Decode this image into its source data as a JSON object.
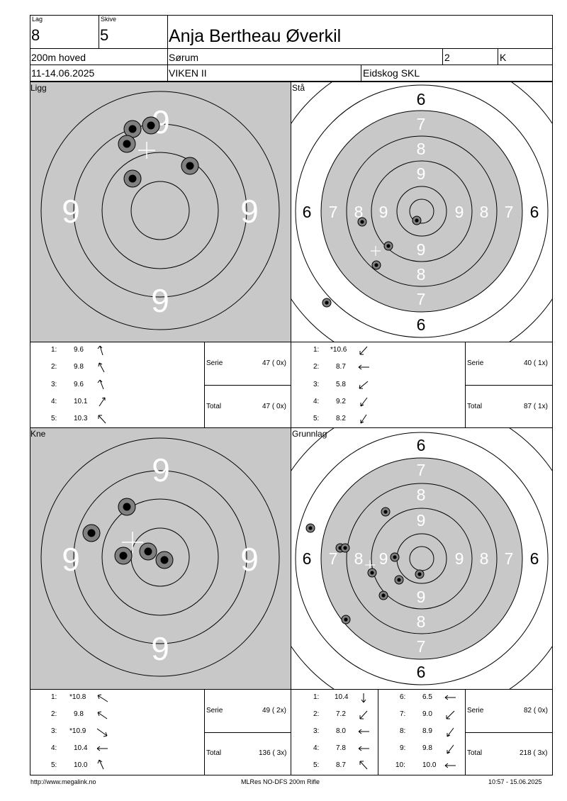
{
  "header": {
    "lag_label": "Lag",
    "lag_value": "8",
    "skive_label": "Skive",
    "skive_value": "5",
    "shooter_name": "Anja Bertheau Øverkil",
    "program": "200m hoved",
    "club": "Sørum",
    "class_num": "2",
    "class_letter": "K",
    "dates": "11-14.06.2025",
    "region": "VIKEN II",
    "host": "Eidskog SKL"
  },
  "sections": {
    "ligg": {
      "title": "Ligg",
      "shots": [
        {
          "n": "1:",
          "v": "9.6"
        },
        {
          "n": "2:",
          "v": "9.8"
        },
        {
          "n": "3:",
          "v": "9.6"
        },
        {
          "n": "4:",
          "v": "10.1"
        },
        {
          "n": "5:",
          "v": "10.3"
        }
      ],
      "serie_label": "Serie",
      "serie_value": "47 ( 0x)",
      "total_label": "Total",
      "total_value": "47 ( 0x)"
    },
    "sta": {
      "title": "Stå",
      "shots": [
        {
          "n": "1:",
          "v": "*10.6"
        },
        {
          "n": "2:",
          "v": "8.7"
        },
        {
          "n": "3:",
          "v": "5.8"
        },
        {
          "n": "4:",
          "v": "9.2"
        },
        {
          "n": "5:",
          "v": "8.2"
        }
      ],
      "serie_label": "Serie",
      "serie_value": "40 ( 1x)",
      "total_label": "Total",
      "total_value": "87 ( 1x)"
    },
    "kne": {
      "title": "Kne",
      "shots": [
        {
          "n": "1:",
          "v": "*10.8"
        },
        {
          "n": "2:",
          "v": "9.8"
        },
        {
          "n": "3:",
          "v": "*10.9"
        },
        {
          "n": "4:",
          "v": "10.4"
        },
        {
          "n": "5:",
          "v": "10.0"
        }
      ],
      "serie_label": "Serie",
      "serie_value": "49 ( 2x)",
      "total_label": "Total",
      "total_value": "136 ( 3x)"
    },
    "grunnlag": {
      "title": "Grunnlag",
      "shots": [
        {
          "n": "1:",
          "v": "10.4"
        },
        {
          "n": "2:",
          "v": "7.2"
        },
        {
          "n": "3:",
          "v": "8.0"
        },
        {
          "n": "4:",
          "v": "7.8"
        },
        {
          "n": "5:",
          "v": "8.7"
        }
      ],
      "shots2": [
        {
          "n": "6:",
          "v": "6.5"
        },
        {
          "n": "7:",
          "v": "9.0"
        },
        {
          "n": "8:",
          "v": "8.9"
        },
        {
          "n": "9:",
          "v": "9.8"
        },
        {
          "n": "10:",
          "v": "10.0"
        }
      ],
      "serie_label": "Serie",
      "serie_value": "82 ( 0x)",
      "total_label": "Total",
      "total_value": "218 ( 3x)"
    }
  },
  "ring_labels": {
    "zoom": "9",
    "full": [
      "6",
      "7",
      "8",
      "9"
    ]
  },
  "footer": {
    "url": "http://www.megalink.no",
    "program": "MLRes NO-DFS 200m Rifle",
    "timestamp": "10:57 - 15.06.2025"
  }
}
